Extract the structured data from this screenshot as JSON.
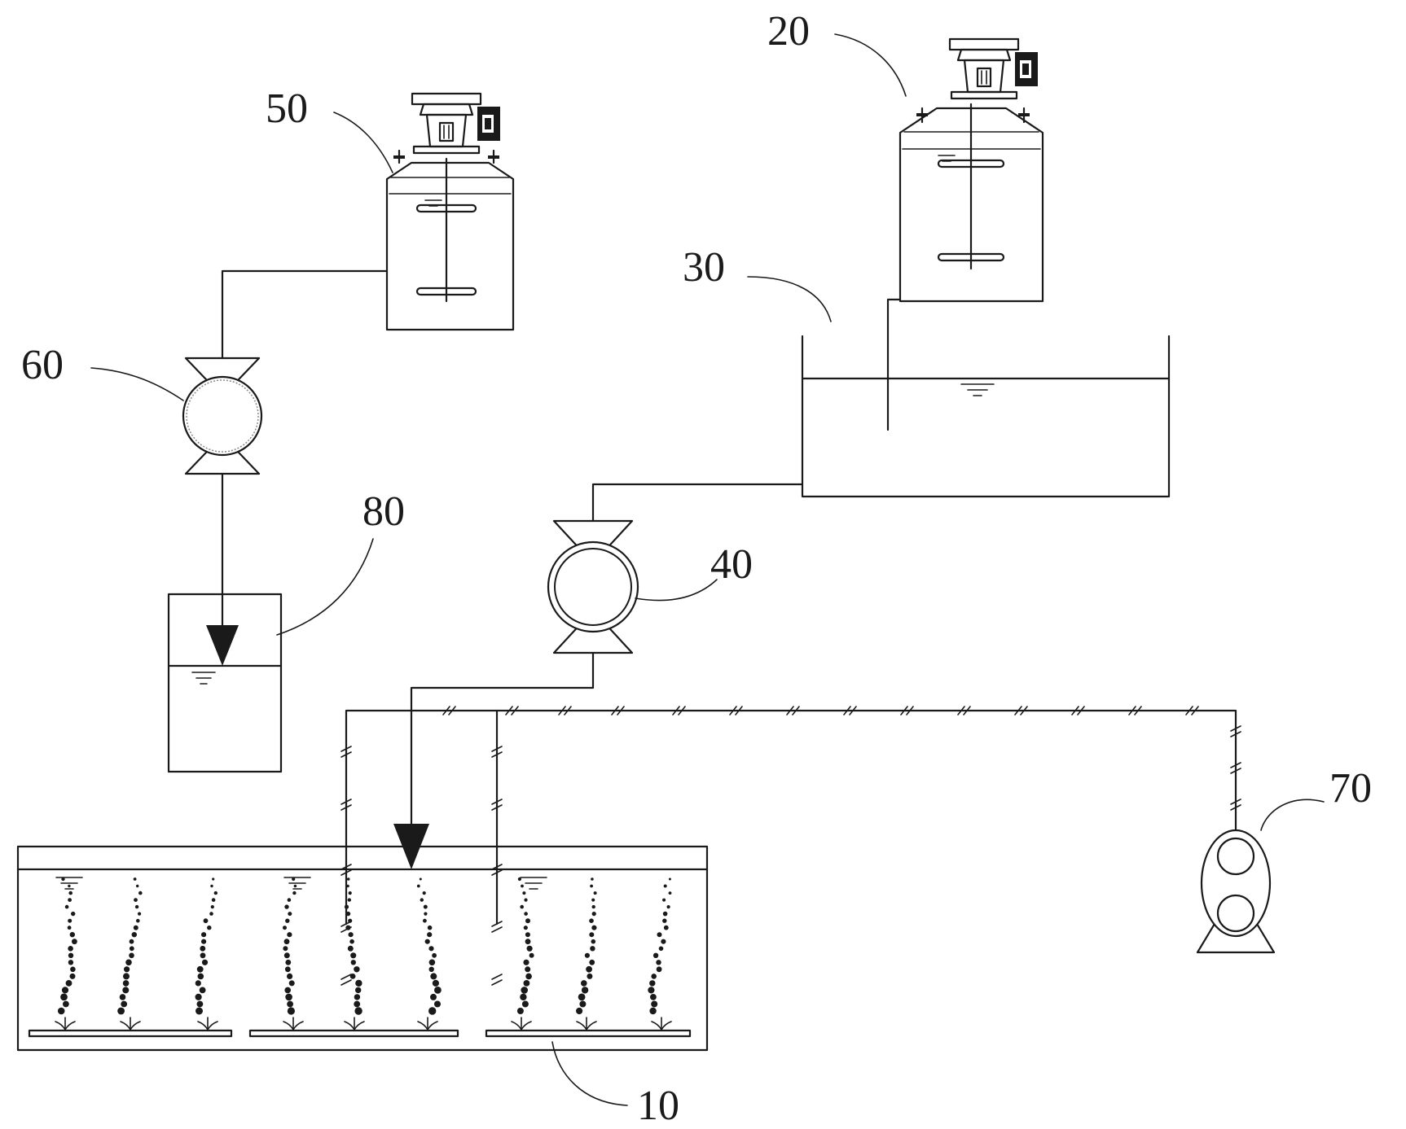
{
  "labels": {
    "aeration_tank": "10",
    "upper_mixing_tank": "20",
    "buffer_tank": "30",
    "lower_pump": "40",
    "left_mixing_tank": "50",
    "left_pump": "60",
    "blower": "70",
    "dosing_tank": "80"
  }
}
